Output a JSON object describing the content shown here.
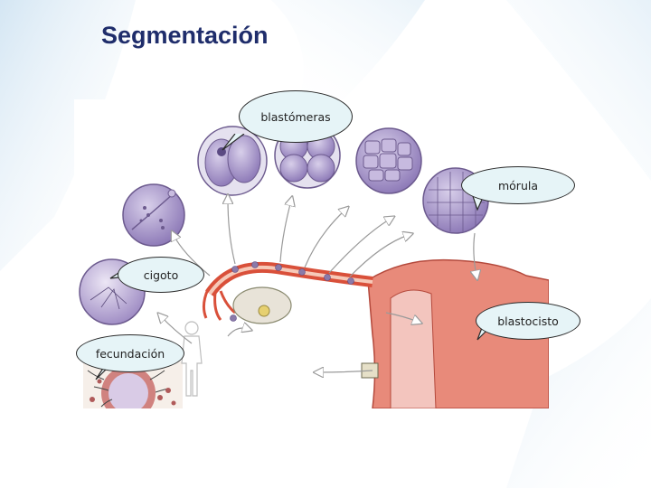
{
  "slide": {
    "title": "Segmentación"
  },
  "labels": {
    "blastomeras": "blastómeras",
    "morula": "mórula",
    "cigoto": "cigoto",
    "blastocisto": "blastocisto",
    "fecundacion": "fecundación"
  },
  "colors": {
    "title": "#1f2d6b",
    "callout_fill": "#e6f4f7",
    "cell_fill": "#b9a9d3",
    "cell_stroke": "#6c5a8e",
    "tube": "#d9503a",
    "uterus": "#e88a7a"
  }
}
